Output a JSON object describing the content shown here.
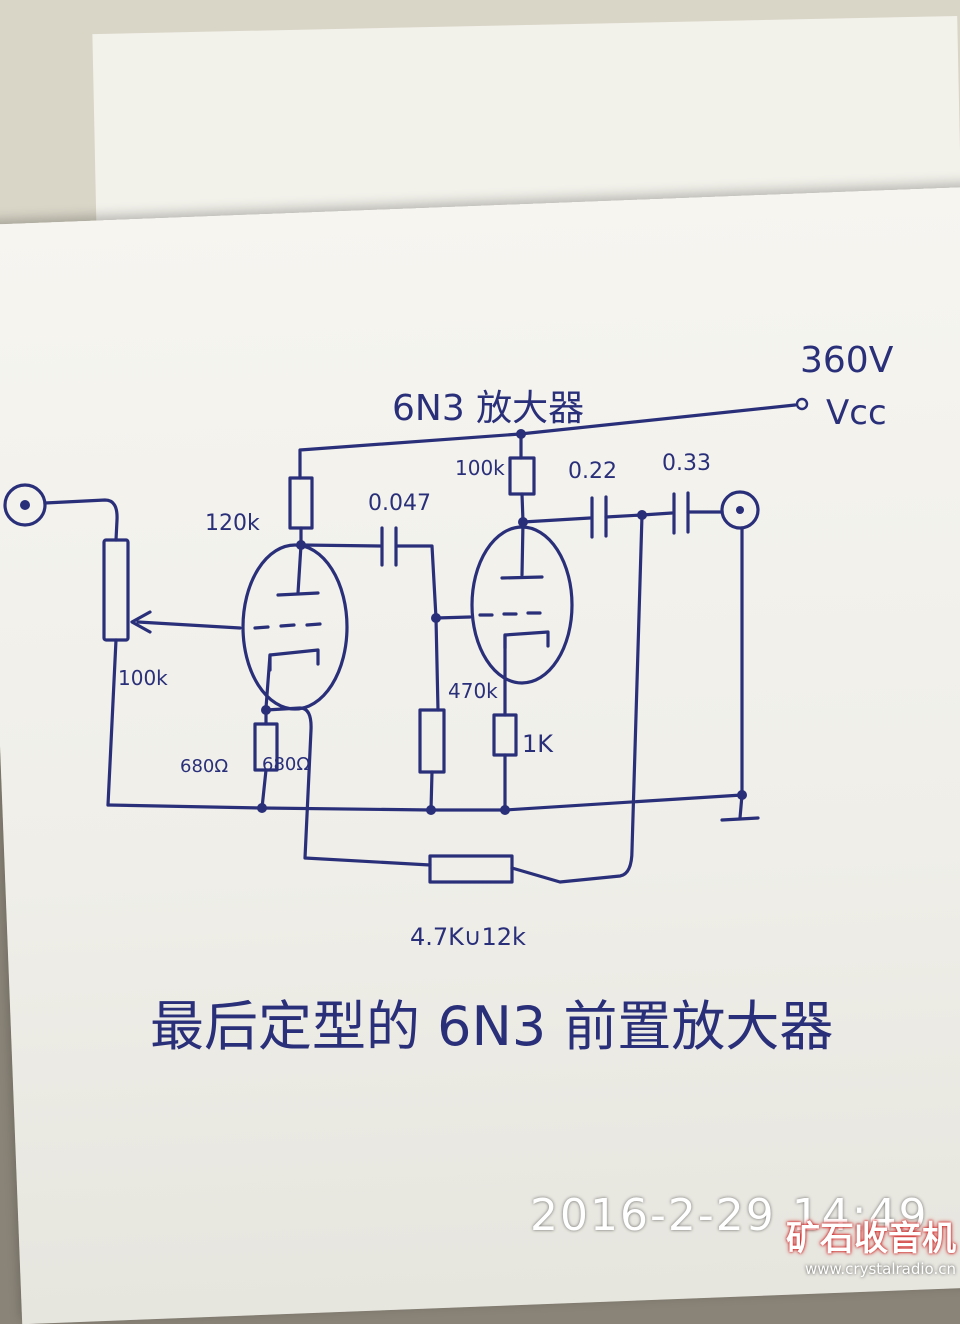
{
  "title": "6N3 放大器",
  "supply": {
    "voltage": "360V",
    "label": "Vcc"
  },
  "components": {
    "pot_input": "100k",
    "r_plate1": "120k",
    "c_couple1": "0.047",
    "r_cathode1a": "680Ω",
    "r_cathode1b": "680Ω",
    "r_plate2": "100k",
    "c_out1": "0.22",
    "c_out2": "0.33",
    "r_grid2": "470k",
    "r_cathode2": "1K",
    "r_feedback": "4.7K∪12k"
  },
  "caption": "最后定型的 6N3 前置放大器",
  "timestamp": "2016-2-29 14:49",
  "watermark": {
    "name": "矿石收音机",
    "url": "www.crystalradio.cn"
  },
  "colors": {
    "ink": "#2a2f7a",
    "paper": "#f3f2ec"
  }
}
